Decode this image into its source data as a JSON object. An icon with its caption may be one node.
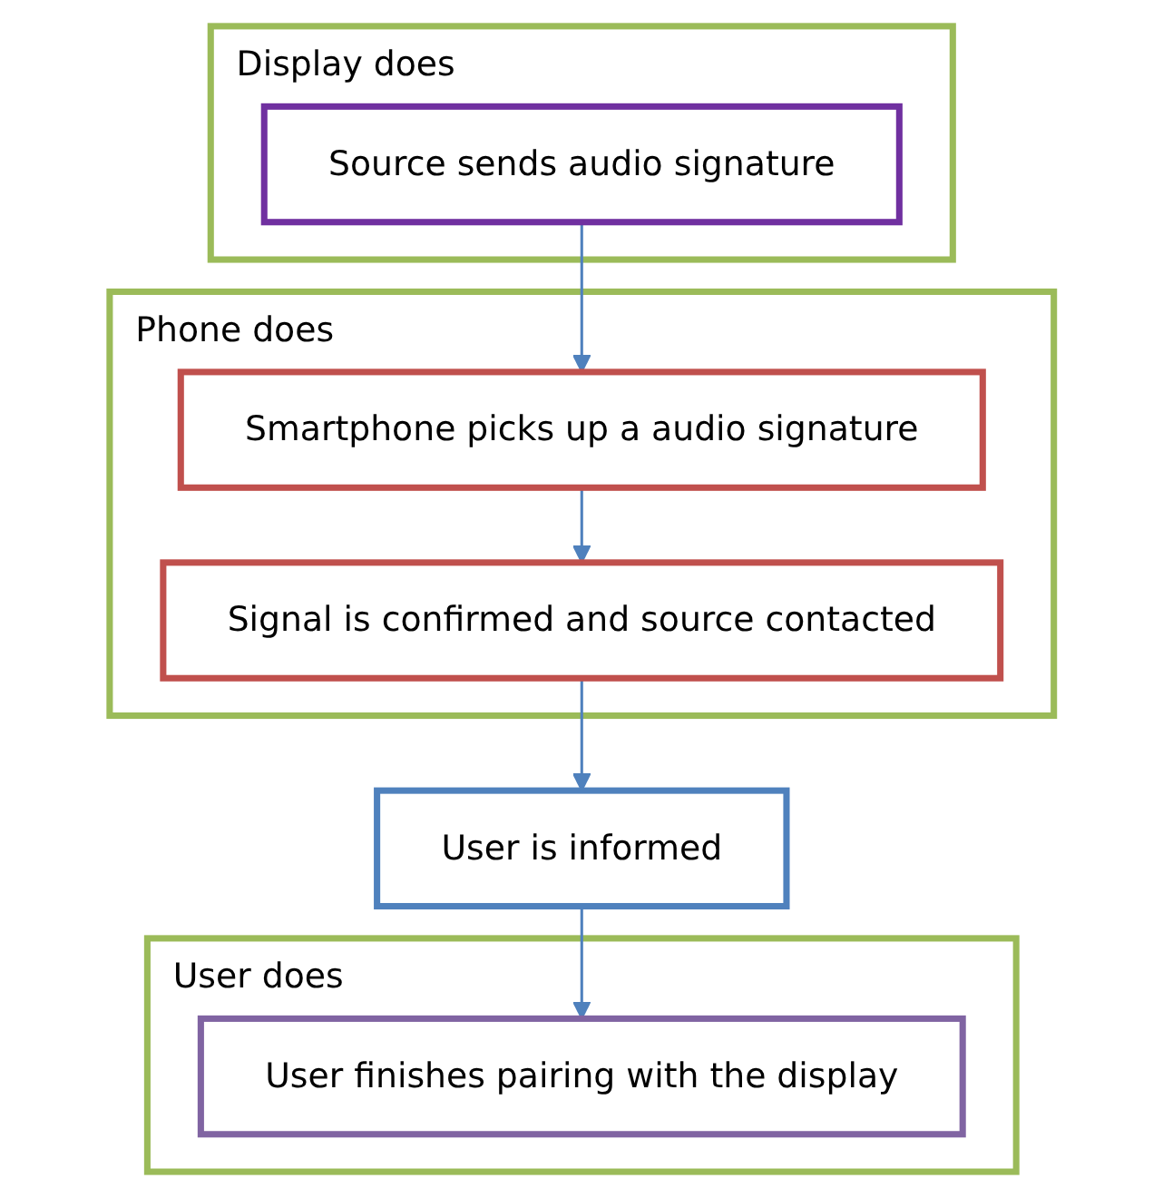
{
  "diagram": {
    "nodes": [
      {
        "text": [
          "Display does"
        ]
      },
      {
        "text": [
          "Source sends audio signature"
        ],
        "in": 0
      },
      {
        "text": [
          "Phone does"
        ]
      },
      {
        "text": [
          "Smartphone picks up a audio signature"
        ],
        "in": 2
      },
      {
        "text": [
          "Signal is confirmed and source contacted"
        ],
        "in": 2
      },
      {
        "text": [
          "User is informed"
        ]
      },
      {
        "text": [
          "User does"
        ]
      },
      {
        "text": [
          "User finishes pairing with the display"
        ],
        "in": 6
      }
    ],
    "edges": [
      {
        "from": 1,
        "to": 3,
        "arrow": "to"
      },
      {
        "from": 3,
        "to": 4,
        "arrow": "to"
      },
      {
        "from": 4,
        "to": 5,
        "arrow": "to"
      },
      {
        "from": 5,
        "to": 7,
        "arrow": "to"
      }
    ]
  }
}
